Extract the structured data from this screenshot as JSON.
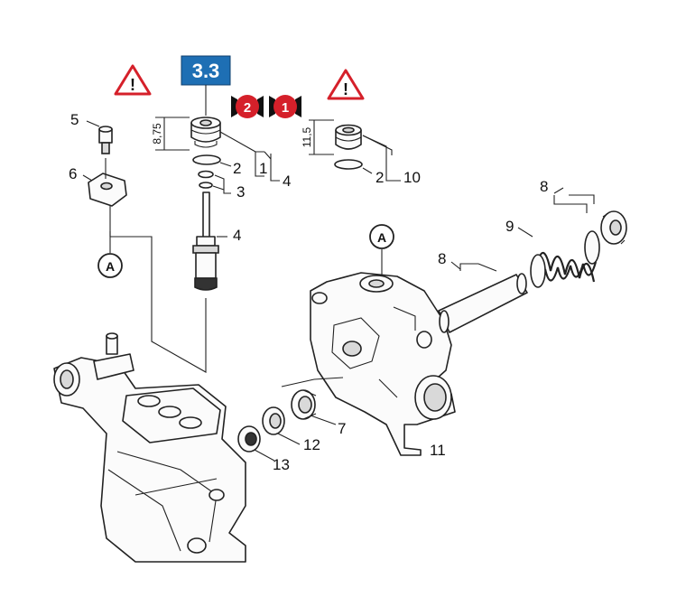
{
  "badge": {
    "label": "3.3",
    "color": "#1e6fb4"
  },
  "warnings": [
    {
      "symbol": "!"
    },
    {
      "symbol": "!"
    }
  ],
  "steps": [
    {
      "label": "2",
      "color": "#d5202a"
    },
    {
      "label": "1",
      "color": "#d5202a"
    }
  ],
  "dimensions": {
    "left": "8,75",
    "right": "11,5"
  },
  "reference_marks": [
    "A",
    "A",
    "A"
  ],
  "callouts": {
    "c5": "5",
    "c6": "6",
    "c2a": "2",
    "c1": "1",
    "c4a": "4",
    "c3": "3",
    "c4b": "4",
    "c2b": "2",
    "c10": "10",
    "c8a": "8",
    "c9": "9",
    "c8b": "8",
    "c7": "7",
    "c12": "12",
    "c13": "13",
    "c11": "11"
  },
  "icons": [
    "warning-triangle-icon",
    "step-badge-icon",
    "reference-circle-icon"
  ]
}
